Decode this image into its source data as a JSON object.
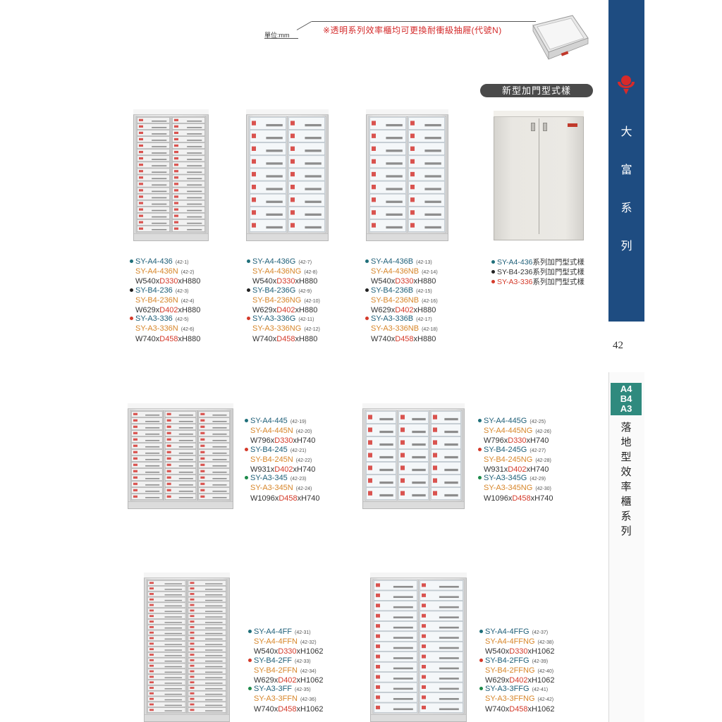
{
  "header": {
    "unit": "單位:mm",
    "notice": "※透明系列效率櫃均可更換耐衝級抽屜(代號N)"
  },
  "sidebar": {
    "brand": [
      "大",
      "富",
      "系",
      "列"
    ],
    "page_number": "42",
    "sizes": [
      "A4",
      "B4",
      "A3"
    ],
    "series_title": [
      "落",
      "地",
      "型",
      "效",
      "率",
      "櫃",
      "系",
      "列"
    ]
  },
  "door_style": {
    "label": "新型加門型式樣",
    "items": [
      {
        "model": "SY-A4-436",
        "suffix": "系列加門型式樣",
        "color": "#1f5f78",
        "bullet": "#1f6f7a"
      },
      {
        "model": "SY-B4-236",
        "suffix": "系列加門型式樣",
        "color": "#333333",
        "bullet": "#222222"
      },
      {
        "model": "SY-A3-336",
        "suffix": "系列加門型式樣",
        "color": "#d43a2a",
        "bullet": "#d43a2a"
      }
    ]
  },
  "products": [
    {
      "id": "g1",
      "groups": [
        {
          "bullet": "teal",
          "m1": "SY-A4-436",
          "c1": "(42-1)",
          "m2": "SY-A4-436N",
          "c2": "(42-2)",
          "w": "W540x",
          "d": "D330",
          "h": "xH880"
        },
        {
          "bullet": "black",
          "m1": "SY-B4-236",
          "c1": "(42-3)",
          "m2": "SY-B4-236N",
          "c2": "(42-4)",
          "w": "W629x",
          "d": "D402",
          "h": "xH880"
        },
        {
          "bullet": "red",
          "m1": "SY-A3-336",
          "c1": "(42-5)",
          "m2": "SY-A3-336N",
          "c2": "(42-6)",
          "w": "W740x",
          "d": "D458",
          "h": "xH880"
        }
      ]
    },
    {
      "id": "g2",
      "groups": [
        {
          "bullet": "teal",
          "m1": "SY-A4-436G",
          "c1": "(42-7)",
          "m2": "SY-A4-436NG",
          "c2": "(42-8)",
          "w": "W540x",
          "d": "D330",
          "h": "xH880"
        },
        {
          "bullet": "black",
          "m1": "SY-B4-236G",
          "c1": "(42-9)",
          "m2": "SY-B4-236NG",
          "c2": "(42-10)",
          "w": "W629x",
          "d": "D402",
          "h": "xH880"
        },
        {
          "bullet": "red",
          "m1": "SY-A3-336G",
          "c1": "(42-11)",
          "m2": "SY-A3-336NG",
          "c2": "(42-12)",
          "w": "W740x",
          "d": "D458",
          "h": "xH880"
        }
      ]
    },
    {
      "id": "g3",
      "groups": [
        {
          "bullet": "teal",
          "m1": "SY-A4-436B",
          "c1": "(42-13)",
          "m2": "SY-A4-436NB",
          "c2": "(42-14)",
          "w": "W540x",
          "d": "D330",
          "h": "xH880"
        },
        {
          "bullet": "black",
          "m1": "SY-B4-236B",
          "c1": "(42-15)",
          "m2": "SY-B4-236NB",
          "c2": "(42-16)",
          "w": "W629x",
          "d": "D402",
          "h": "xH880"
        },
        {
          "bullet": "red",
          "m1": "SY-A3-336B",
          "c1": "(42-17)",
          "m2": "SY-A3-336NB",
          "c2": "(42-18)",
          "w": "W740x",
          "d": "D458",
          "h": "xH880"
        }
      ]
    },
    {
      "id": "g4",
      "groups": [
        {
          "bullet": "teal",
          "m1": "SY-A4-445",
          "c1": "(42-19)",
          "m2": "SY-A4-445N",
          "c2": "(42-20)",
          "w": "W796x",
          "d": "D330",
          "h": "xH740"
        },
        {
          "bullet": "red",
          "m1": "SY-B4-245",
          "c1": "(42-21)",
          "m2": "SY-B4-245N",
          "c2": "(42-22)",
          "w": "W931x",
          "d": "D402",
          "h": "xH740"
        },
        {
          "bullet": "green",
          "m1": "SY-A3-345",
          "c1": "(42-23)",
          "m2": "SY-A3-345N",
          "c2": "(42-24)",
          "w": "W1096x",
          "d": "D458",
          "h": "xH740"
        }
      ]
    },
    {
      "id": "g5",
      "groups": [
        {
          "bullet": "teal",
          "m1": "SY-A4-445G",
          "c1": "(42-25)",
          "m2": "SY-A4-445NG",
          "c2": "(42-26)",
          "w": "W796x",
          "d": "D330",
          "h": "xH740"
        },
        {
          "bullet": "red",
          "m1": "SY-B4-245G",
          "c1": "(42-27)",
          "m2": "SY-B4-245NG",
          "c2": "(42-28)",
          "w": "W931x",
          "d": "D402",
          "h": "xH740"
        },
        {
          "bullet": "green",
          "m1": "SY-A3-345G",
          "c1": "(42-29)",
          "m2": "SY-A3-345NG",
          "c2": "(42-30)",
          "w": "W1096x",
          "d": "D458",
          "h": "xH740"
        }
      ]
    },
    {
      "id": "g6",
      "groups": [
        {
          "bullet": "teal",
          "m1": "SY-A4-4FF",
          "c1": "(42-31)",
          "m2": "SY-A4-4FFN",
          "c2": "(42-32)",
          "w": "W540x",
          "d": "D330",
          "h": "xH1062"
        },
        {
          "bullet": "red",
          "m1": "SY-B4-2FF",
          "c1": "(42-33)",
          "m2": "SY-B4-2FFN",
          "c2": "(42-34)",
          "w": "W629x",
          "d": "D402",
          "h": "xH1062"
        },
        {
          "bullet": "green",
          "m1": "SY-A3-3FF",
          "c1": "(42-35)",
          "m2": "SY-A3-3FFN",
          "c2": "(42-36)",
          "w": "W740x",
          "d": "D458",
          "h": "xH1062"
        }
      ]
    },
    {
      "id": "g7",
      "groups": [
        {
          "bullet": "teal",
          "m1": "SY-A4-4FFG",
          "c1": "(42-37)",
          "m2": "SY-A4-4FFNG",
          "c2": "(42-38)",
          "w": "W540x",
          "d": "D330",
          "h": "xH1062"
        },
        {
          "bullet": "red",
          "m1": "SY-B4-2FFG",
          "c1": "(42-39)",
          "m2": "SY-B4-2FFNG",
          "c2": "(42-40)",
          "w": "W629x",
          "d": "D402",
          "h": "xH1062"
        },
        {
          "bullet": "green",
          "m1": "SY-A3-3FFG",
          "c1": "(42-41)",
          "m2": "SY-A3-3FFNG",
          "c2": "(42-42)",
          "w": "W740x",
          "d": "D458",
          "h": "xH1062"
        }
      ]
    }
  ]
}
